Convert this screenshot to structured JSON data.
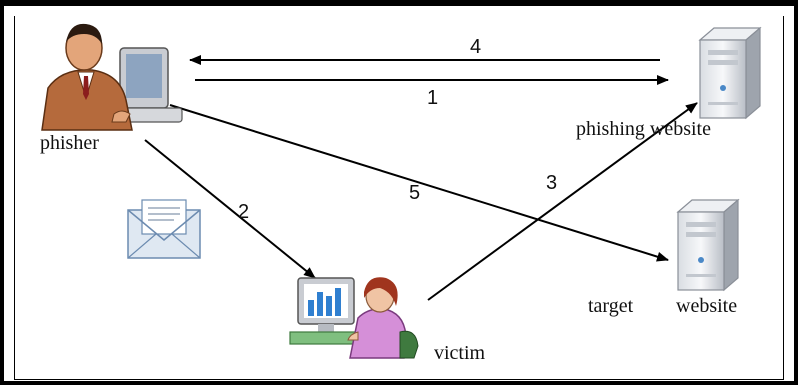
{
  "nodes": {
    "phisher": "phisher",
    "phishing_website": "phishing website",
    "target": "target",
    "website": "website",
    "victim": "victim"
  },
  "steps": {
    "s1": "1",
    "s2": "2",
    "s3": "3",
    "s4": "4",
    "s5": "5"
  },
  "icons": {
    "phisher": "man-at-computer-icon",
    "phishing_website": "server-tower-icon",
    "target_website": "server-tower-icon",
    "victim": "woman-at-computer-icon",
    "message": "envelope-letter-icon"
  }
}
